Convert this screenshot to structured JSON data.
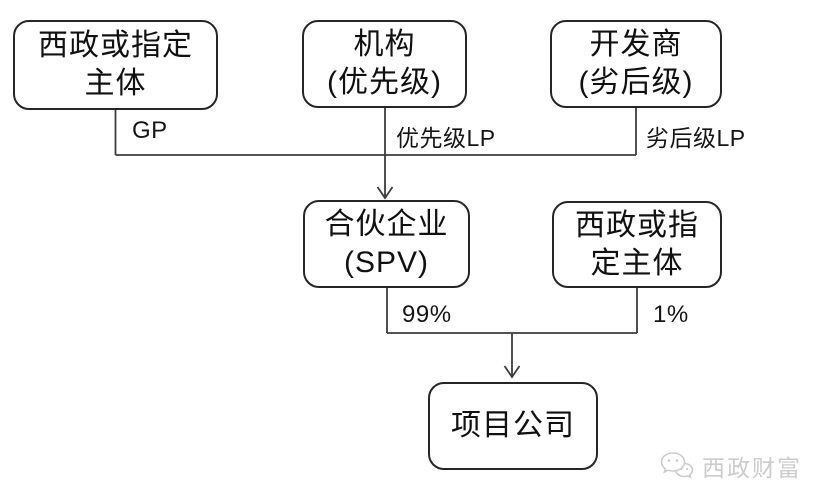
{
  "diagram": {
    "title_hint": "partnership-spv-structure",
    "nodes": {
      "gp_entity": {
        "line1": "西政或指定",
        "line2": "主体"
      },
      "institution": {
        "line1": "机构",
        "line2": "(优先级)"
      },
      "developer": {
        "line1": "开发商",
        "line2": "(劣后级)"
      },
      "spv": {
        "line1": "合伙企业",
        "line2": "(SPV)"
      },
      "designated_entity": {
        "line1": "西政或指",
        "line2": "定主体"
      },
      "project_company": {
        "line1": "项目公司"
      }
    },
    "edge_labels": {
      "gp": "GP",
      "senior_lp": "优先级LP",
      "subordinated_lp": "劣后级LP",
      "pct_99": "99%",
      "pct_1": "1%"
    },
    "colors": {
      "background": "#ffffff",
      "box_border": "#262626",
      "connector": "#3d3d3d",
      "text": "#111111",
      "watermark": "#cccccc"
    },
    "watermark": {
      "text": "西政财富",
      "icon": "wechat-chat-bubbles-icon"
    }
  }
}
